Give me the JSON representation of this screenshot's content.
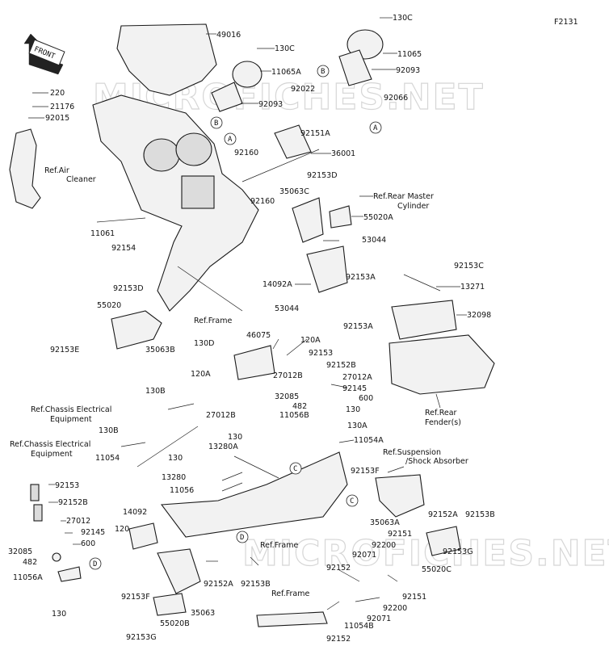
{
  "figure_code": "F2131",
  "watermarks": [
    "MICROFICHES.NET",
    "MICROFICHES.NET"
  ],
  "front_arrow": "FRONT",
  "callouts": [
    {
      "id": "c-49016",
      "text": "49016"
    },
    {
      "id": "c-130c-a",
      "text": "130C"
    },
    {
      "id": "c-11065a",
      "text": "11065A"
    },
    {
      "id": "c-92093-a",
      "text": "92093"
    },
    {
      "id": "c-92022",
      "text": "92022"
    },
    {
      "id": "c-92151a",
      "text": "92151A"
    },
    {
      "id": "c-130c-b",
      "text": "130C"
    },
    {
      "id": "c-11065",
      "text": "11065"
    },
    {
      "id": "c-92093-b",
      "text": "92093"
    },
    {
      "id": "c-92066",
      "text": "92066"
    },
    {
      "id": "c-220",
      "text": "220"
    },
    {
      "id": "c-21176",
      "text": "21176"
    },
    {
      "id": "c-92015",
      "text": "92015"
    },
    {
      "id": "c-ref-air",
      "text": "Ref.Air"
    },
    {
      "id": "c-cleaner",
      "text": "Cleaner"
    },
    {
      "id": "c-92160-a",
      "text": "92160"
    },
    {
      "id": "c-36001",
      "text": "36001"
    },
    {
      "id": "c-92160-b",
      "text": "92160"
    },
    {
      "id": "c-92153d-a",
      "text": "92153D"
    },
    {
      "id": "c-35063c",
      "text": "35063C"
    },
    {
      "id": "c-ref-rear-master",
      "text": "Ref.Rear Master"
    },
    {
      "id": "c-cylinder",
      "text": "Cylinder"
    },
    {
      "id": "c-55020a",
      "text": "55020A"
    },
    {
      "id": "c-53044-a",
      "text": "53044"
    },
    {
      "id": "c-92153a",
      "text": "92153A"
    },
    {
      "id": "c-11061",
      "text": "11061"
    },
    {
      "id": "c-92154",
      "text": "92154"
    },
    {
      "id": "c-14092a",
      "text": "14092A"
    },
    {
      "id": "c-92153c",
      "text": "92153C"
    },
    {
      "id": "c-13271",
      "text": "13271"
    },
    {
      "id": "c-92153d-b",
      "text": "92153D"
    },
    {
      "id": "c-55020",
      "text": "55020"
    },
    {
      "id": "c-53044-b",
      "text": "53044"
    },
    {
      "id": "c-92153a-b",
      "text": "92153A"
    },
    {
      "id": "c-32098",
      "text": "32098"
    },
    {
      "id": "c-ref-frame-a",
      "text": "Ref.Frame"
    },
    {
      "id": "c-92153e",
      "text": "92153E"
    },
    {
      "id": "c-35063b",
      "text": "35063B"
    },
    {
      "id": "c-46075",
      "text": "46075"
    },
    {
      "id": "c-130d",
      "text": "130D"
    },
    {
      "id": "c-120a-a",
      "text": "120A"
    },
    {
      "id": "c-92153",
      "text": "92153"
    },
    {
      "id": "c-92152b",
      "text": "92152B"
    },
    {
      "id": "c-120a-b",
      "text": "120A"
    },
    {
      "id": "c-27012b-a",
      "text": "27012B"
    },
    {
      "id": "c-27012a",
      "text": "27012A"
    },
    {
      "id": "c-92145-a",
      "text": "92145"
    },
    {
      "id": "c-32085-a",
      "text": "32085"
    },
    {
      "id": "c-600-a",
      "text": "600"
    },
    {
      "id": "c-482-a",
      "text": "482"
    },
    {
      "id": "c-11056b",
      "text": "11056B"
    },
    {
      "id": "c-130-a",
      "text": "130"
    },
    {
      "id": "c-ref-rear",
      "text": "Ref.Rear"
    },
    {
      "id": "c-fenders",
      "text": "Fender(s)"
    },
    {
      "id": "c-130b-a",
      "text": "130B"
    },
    {
      "id": "c-27012b-b",
      "text": "27012B"
    },
    {
      "id": "c-ref-chassis-a",
      "text": "Ref.Chassis Electrical"
    },
    {
      "id": "c-equipment-a",
      "text": "Equipment"
    },
    {
      "id": "c-130a",
      "text": "130A"
    },
    {
      "id": "c-11054a",
      "text": "11054A"
    },
    {
      "id": "c-130b-b",
      "text": "130B"
    },
    {
      "id": "c-130-b",
      "text": "130"
    },
    {
      "id": "c-13280a",
      "text": "13280A"
    },
    {
      "id": "c-ref-chassis-b",
      "text": "Ref.Chassis Electrical"
    },
    {
      "id": "c-equipment-b",
      "text": "Equipment"
    },
    {
      "id": "c-ref-suspension",
      "text": "Ref.Suspension"
    },
    {
      "id": "c-shock",
      "text": "/Shock Absorber"
    },
    {
      "id": "c-11054",
      "text": "11054"
    },
    {
      "id": "c-130-c",
      "text": "130"
    },
    {
      "id": "c-92153f-a",
      "text": "92153F"
    },
    {
      "id": "c-13280",
      "text": "13280"
    },
    {
      "id": "c-11056",
      "text": "11056"
    },
    {
      "id": "c-92153-b",
      "text": "92153"
    },
    {
      "id": "c-92152b-b",
      "text": "92152B"
    },
    {
      "id": "c-35063a",
      "text": "35063A"
    },
    {
      "id": "c-92152a-a",
      "text": "92152A"
    },
    {
      "id": "c-92153b-a",
      "text": "92153B"
    },
    {
      "id": "c-27012",
      "text": "27012"
    },
    {
      "id": "c-92145-b",
      "text": "92145"
    },
    {
      "id": "c-14092",
      "text": "14092"
    },
    {
      "id": "c-120",
      "text": "120"
    },
    {
      "id": "c-600-b",
      "text": "600"
    },
    {
      "id": "c-32085-b",
      "text": "32085"
    },
    {
      "id": "c-482-b",
      "text": "482"
    },
    {
      "id": "c-11056a",
      "text": "11056A"
    },
    {
      "id": "c-ref-frame-b",
      "text": "Ref.Frame"
    },
    {
      "id": "c-92151-a",
      "text": "92151"
    },
    {
      "id": "c-92200-a",
      "text": "92200"
    },
    {
      "id": "c-92071-a",
      "text": "92071"
    },
    {
      "id": "c-92153g-a",
      "text": "92153G"
    },
    {
      "id": "c-92152a-b",
      "text": "92152A"
    },
    {
      "id": "c-92153b-b",
      "text": "92153B"
    },
    {
      "id": "c-92152-a",
      "text": "92152"
    },
    {
      "id": "c-55020c",
      "text": "55020C"
    },
    {
      "id": "c-130-d",
      "text": "130"
    },
    {
      "id": "c-92153f-b",
      "text": "92153F"
    },
    {
      "id": "c-35063",
      "text": "35063"
    },
    {
      "id": "c-ref-frame-c",
      "text": "Ref.Frame"
    },
    {
      "id": "c-92151-b",
      "text": "92151"
    },
    {
      "id": "c-92200-b",
      "text": "92200"
    },
    {
      "id": "c-92071-b",
      "text": "92071"
    },
    {
      "id": "c-55020b",
      "text": "55020B"
    },
    {
      "id": "c-11054b",
      "text": "11054B"
    },
    {
      "id": "c-92153g-b",
      "text": "92153G"
    },
    {
      "id": "c-92152-b",
      "text": "92152"
    }
  ],
  "markers": [
    {
      "id": "m-a-1",
      "text": "A"
    },
    {
      "id": "m-a-2",
      "text": "A"
    },
    {
      "id": "m-b-1",
      "text": "B"
    },
    {
      "id": "m-b-2",
      "text": "B"
    },
    {
      "id": "m-c-1",
      "text": "C"
    },
    {
      "id": "m-c-2",
      "text": "C"
    },
    {
      "id": "m-d-1",
      "text": "D"
    },
    {
      "id": "m-d-2",
      "text": "D"
    }
  ]
}
